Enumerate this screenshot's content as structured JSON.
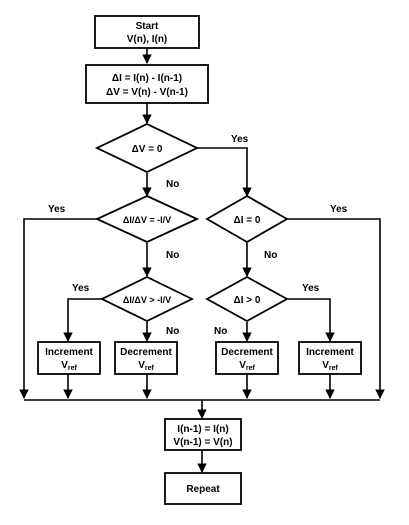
{
  "nodes": {
    "start": {
      "line1": "Start",
      "line2": "V(n), I(n)"
    },
    "delta": {
      "line1": "ΔI = I(n) - I(n-1)",
      "line2": "ΔV = V(n) - V(n-1)"
    },
    "dv_zero": {
      "text": "ΔV = 0"
    },
    "didv_eq": {
      "text": "ΔI/ΔV = -I/V"
    },
    "di_zero": {
      "text": "ΔI = 0"
    },
    "didv_gt": {
      "text": "ΔI/ΔV > -I/V"
    },
    "di_gt": {
      "text": "ΔI > 0"
    },
    "inc_left": {
      "line1": "Increment",
      "main": "V",
      "sub": "ref"
    },
    "dec_left": {
      "line1": "Decrement",
      "main": "V",
      "sub": "ref"
    },
    "dec_right": {
      "line1": "Decrement",
      "main": "V",
      "sub": "ref"
    },
    "inc_right": {
      "line1": "Increment",
      "main": "V",
      "sub": "ref"
    },
    "update": {
      "line1": "I(n-1) = I(n)",
      "line2": "V(n-1) = V(n)"
    },
    "repeat": {
      "text": "Repeat"
    }
  },
  "labels": {
    "dv_zero_yes": "Yes",
    "dv_zero_no": "No",
    "didv_eq_yes": "Yes",
    "didv_eq_no": "No",
    "di_zero_yes": "Yes",
    "di_zero_no": "No",
    "didv_gt_yes": "Yes",
    "didv_gt_no": "No",
    "di_gt_yes": "Yes",
    "di_gt_no": "No"
  }
}
